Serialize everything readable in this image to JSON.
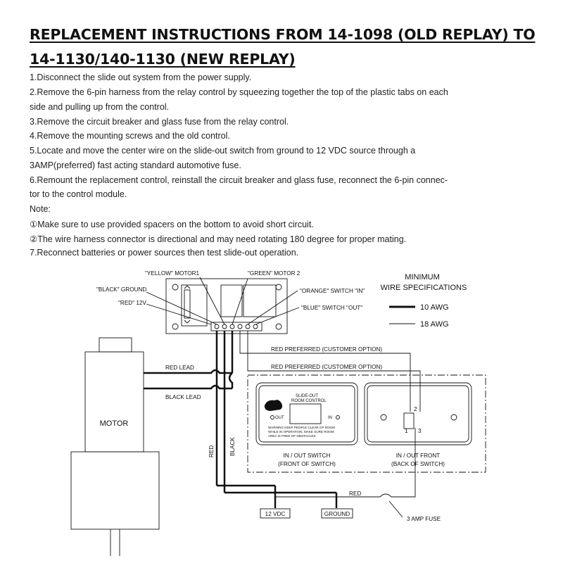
{
  "title": {
    "line1": "REPLACEMENT INSTRUCTIONS FROM 14-1098 (OLD REPLAY) TO",
    "line2": "14-1130/140-1130 (NEW REPLAY)"
  },
  "instructions": [
    "1.Disconnect the slide out system from the power supply.",
    "2.Remove the 6-pin harness from the relay control by squeezing together the top of the plastic tabs on each",
    "side and pulling up from the control.",
    "3.Remove the circuit breaker and glass fuse from the relay control.",
    "4.Remove the mounting screws and the old control.",
    "5.Locate and move the center wire on the slide-out switch from ground to 12 VDC source through a",
    "3AMP(preferred) fast acting standard automotive fuse.",
    "6.Remount the replacement control, reinstall the circuit breaker and glass fuse, reconnect the 6-pin connec-",
    "tor to the control module.",
    "Note:",
    "①Make sure to use provided spacers on the bottom to avoid short circuit.",
    "②The wire harness connector is directional and may need rotating 180 degree for proper mating.",
    "7.Reconnect batteries or power sources then test slide-out operation."
  ],
  "diagram": {
    "pin_labels": {
      "yellow": "\"YELLOW\" MOTOR1",
      "green": "\"GREEN\" MOTOR 2",
      "black": "\"BLACK\" GROUND",
      "red": "\"RED\" 12V",
      "orange": "\"ORANGE\" SWITCH \"IN\"",
      "blue": "\"BLUE\" SWITCH \"OUT\""
    },
    "wire_spec": {
      "title_line1": "MINIMUM",
      "title_line2": "WIRE SPECIFICATIONS",
      "thick": "10 AWG",
      "thin": "18 AWG"
    },
    "wires": {
      "red_preferred_1": "RED PREFERRED (CUSTOMER OPTION)",
      "red_preferred_2": "RED PREFERRED (CUSTOMER OPTION)",
      "red_lead": "RED LEAD",
      "black_lead": "BLACK LEAD",
      "red": "RED",
      "black": "BLACK",
      "red_bottom": "RED"
    },
    "motor": "MOTOR",
    "panel": {
      "line1": "SLIDE-OUT",
      "line2": "ROOM CONTROL",
      "out": "OUT",
      "in": "IN",
      "warning1": "WARNING KEEP PEOPLE CLEAR OF ROOM",
      "warning2": "WHILE IN OPERATION, MAKE SURE ROOM",
      "warning3": "AREA IS FREE OF OBSTACLES"
    },
    "front_caption1": "IN / OUT SWITCH",
    "front_caption2": "(FRONT OF SWITCH)",
    "back_caption1": "IN / OUT FRONT",
    "back_caption2": "(BACK OF SWITCH)",
    "terminal_2": "2",
    "terminal_1": "1",
    "terminal_3": "3",
    "vdc": "12 VDC",
    "ground": "GROUND",
    "fuse": "3 AMP FUSE"
  }
}
